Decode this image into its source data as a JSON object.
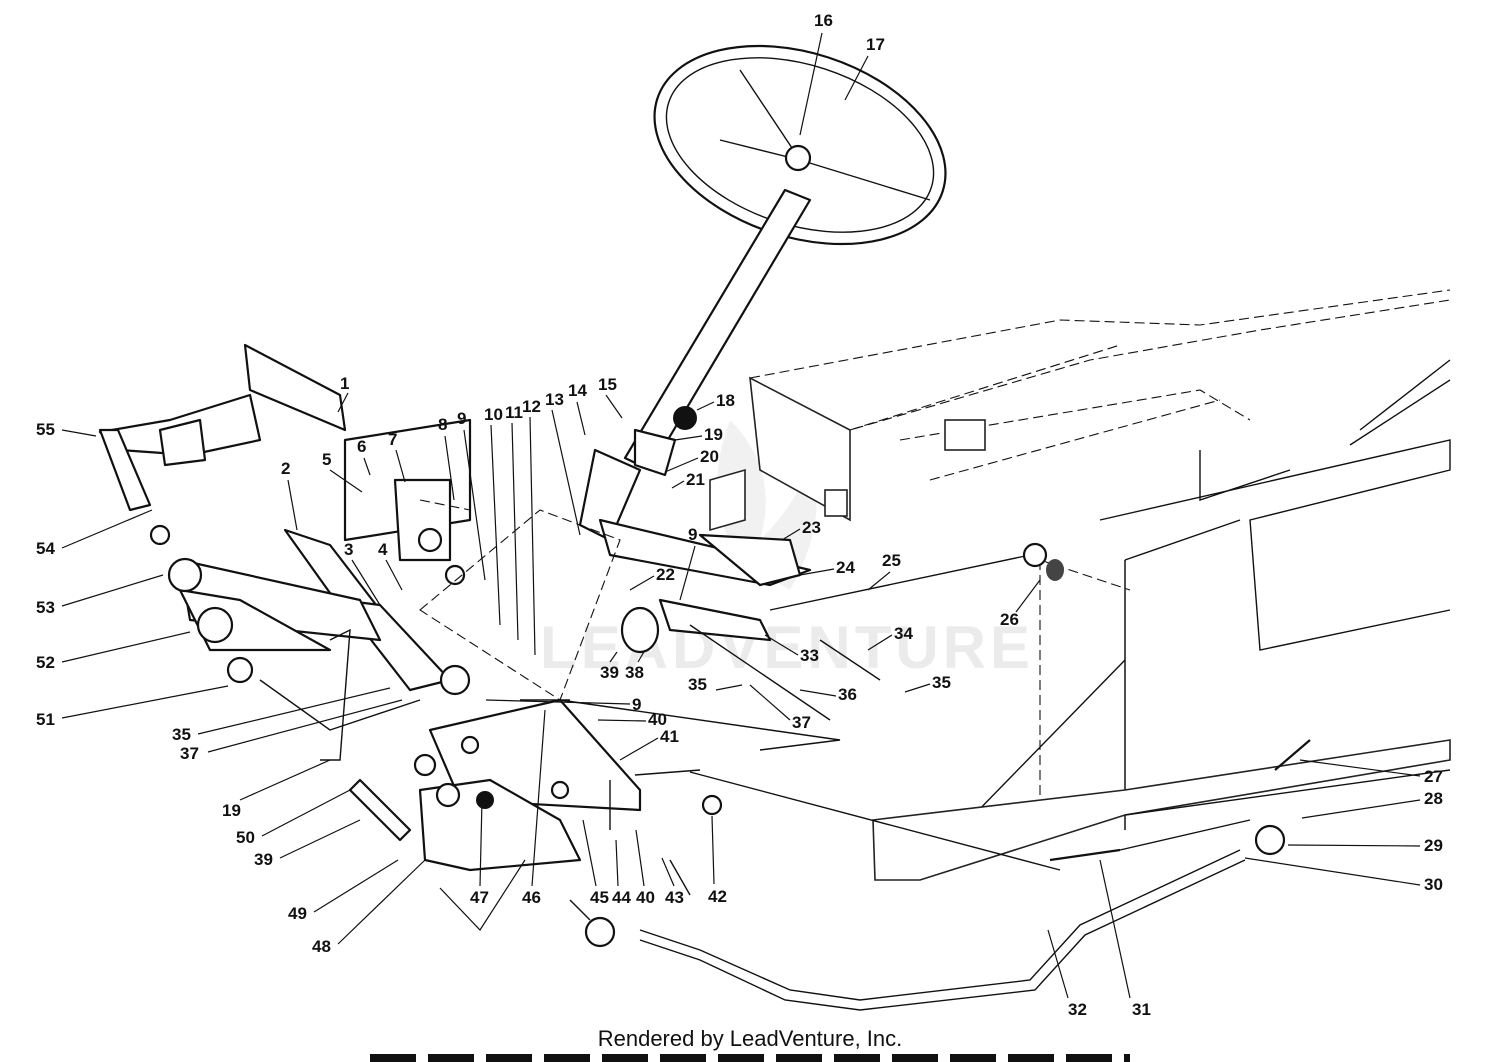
{
  "diagram": {
    "footer": "Rendered by LeadVenture, Inc.",
    "watermark": "LEADVENTURE",
    "callouts": [
      "16",
      "17",
      "18",
      "19",
      "20",
      "21",
      "1",
      "55",
      "14",
      "15",
      "13",
      "12",
      "11",
      "10",
      "9",
      "8",
      "7",
      "6",
      "5",
      "2",
      "3",
      "4",
      "54",
      "53",
      "52",
      "51",
      "22",
      "23",
      "24",
      "25",
      "26",
      "34",
      "33",
      "38",
      "39",
      "35",
      "36",
      "37",
      "40",
      "41",
      "42",
      "27",
      "28",
      "29",
      "30",
      "50",
      "49",
      "48",
      "47",
      "46",
      "45",
      "44",
      "43",
      "31",
      "32"
    ]
  }
}
